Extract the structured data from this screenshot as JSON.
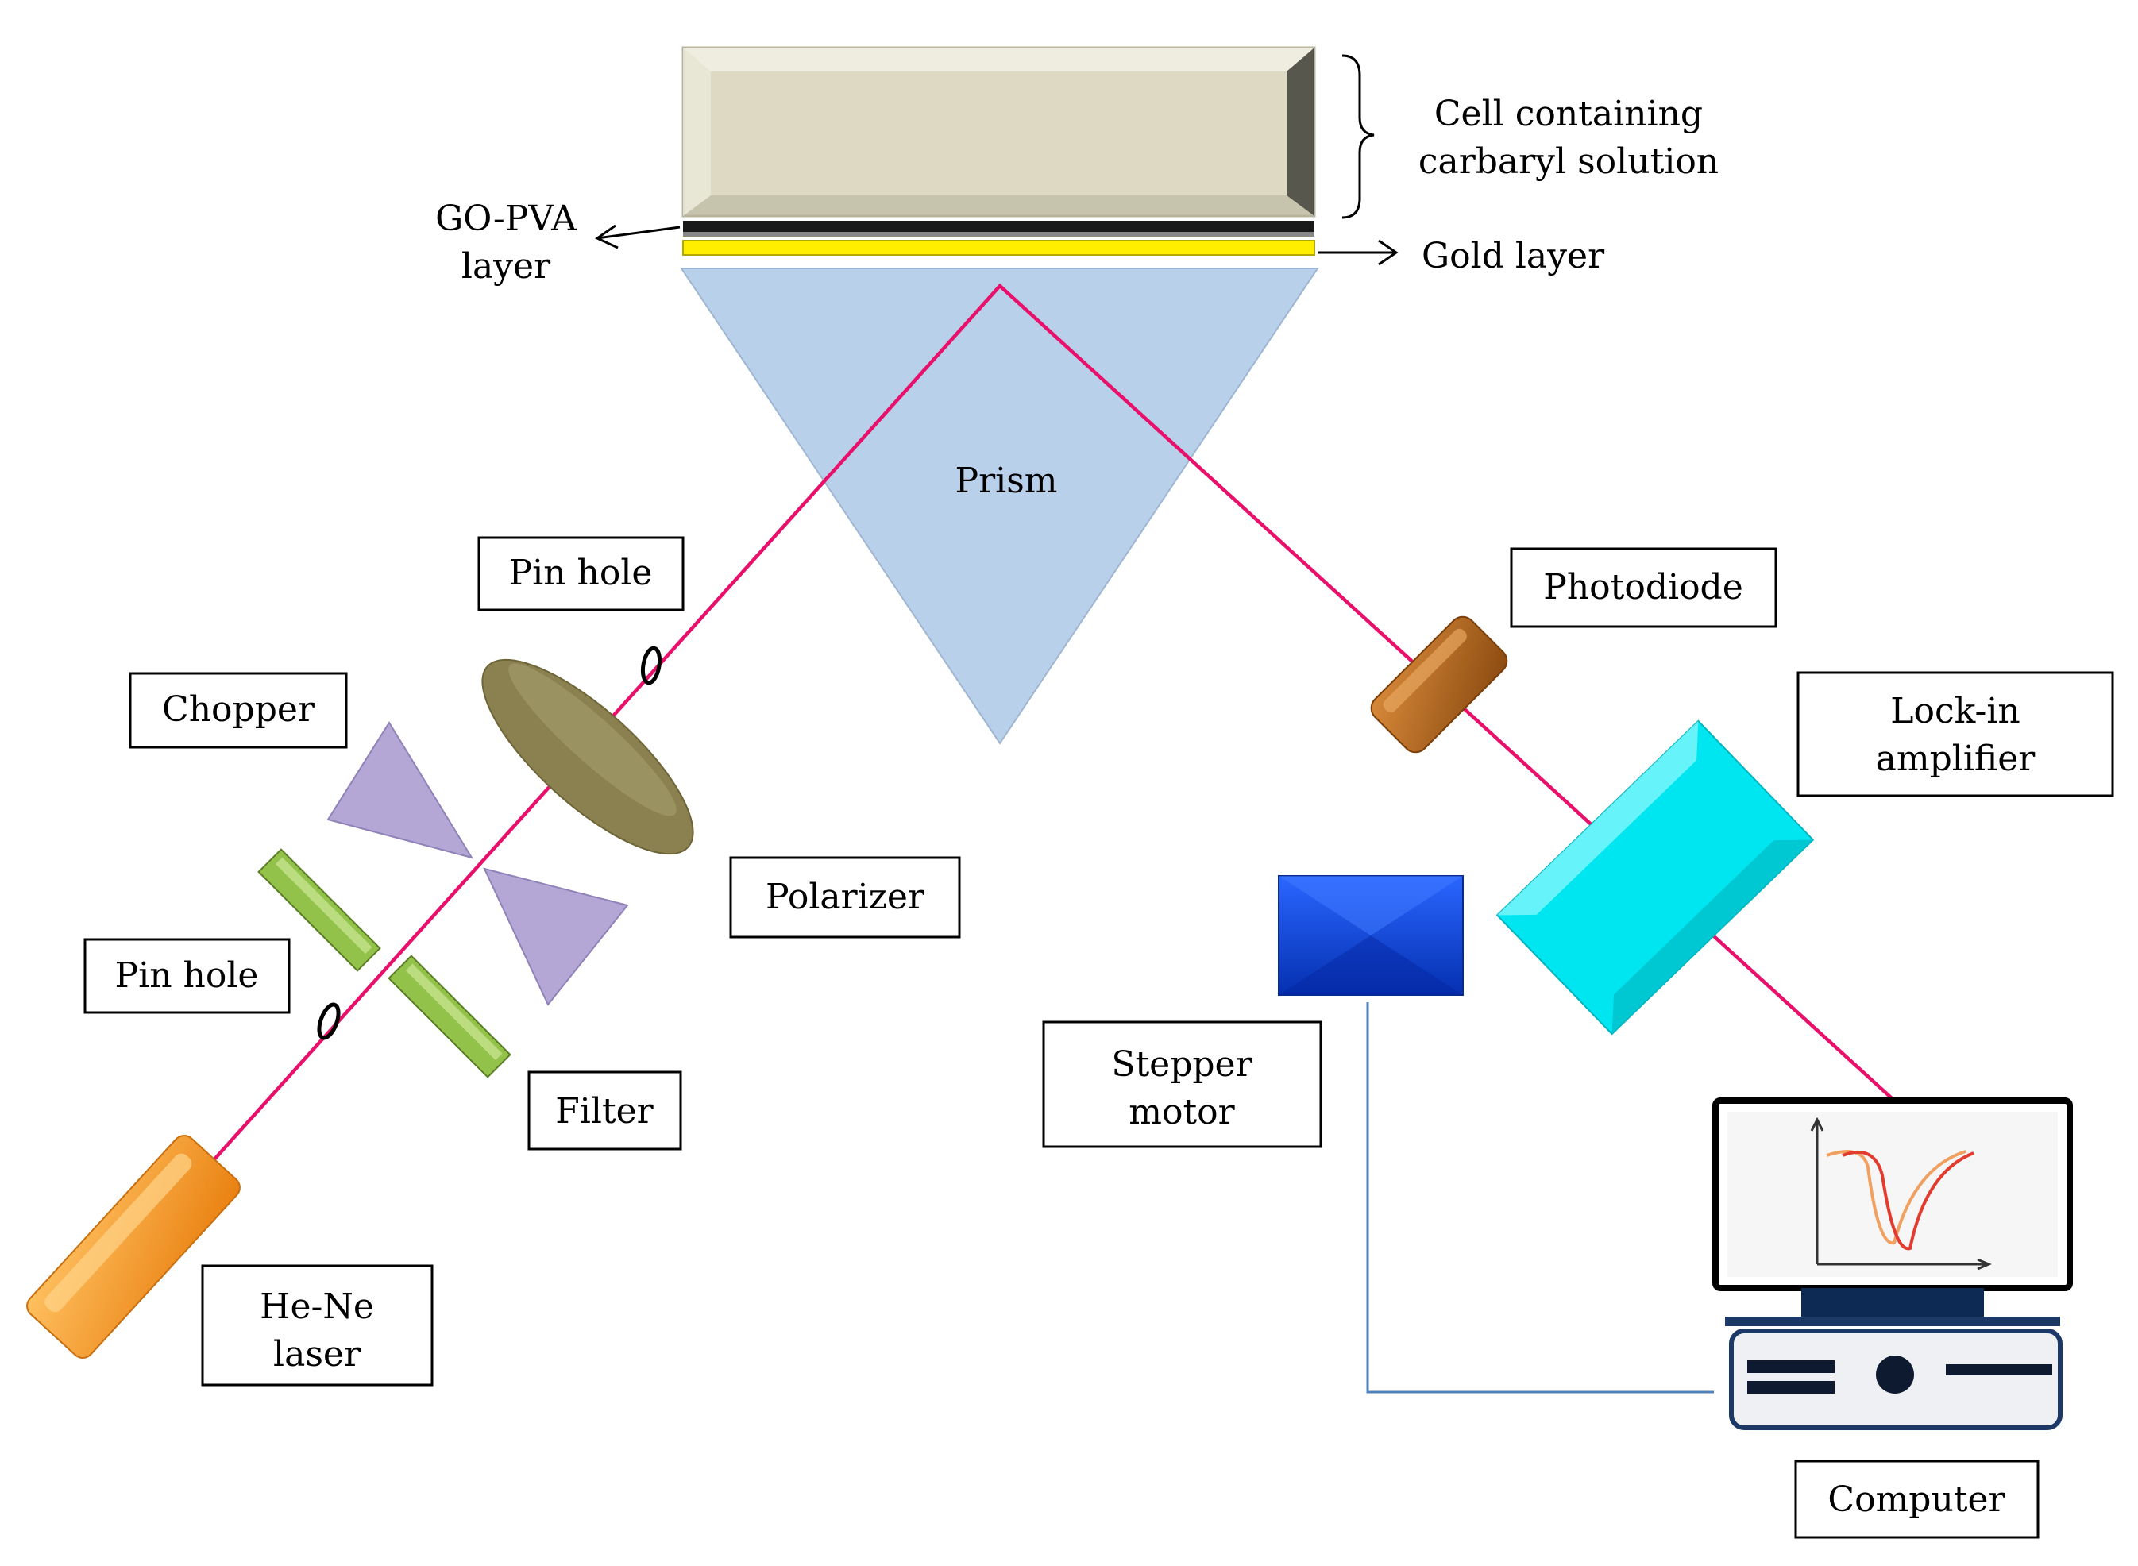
{
  "labels": {
    "cell": [
      "Cell containing",
      "carbaryl solution"
    ],
    "go_pva": [
      "GO-PVA",
      "layer"
    ],
    "gold": "Gold layer",
    "prism": "Prism",
    "pinhole_top": "Pin hole",
    "pinhole_bottom": "Pin hole",
    "chopper": "Chopper",
    "polarizer": "Polarizer",
    "filter": "Filter",
    "laser": [
      "He-Ne",
      "laser"
    ],
    "photodiode": "Photodiode",
    "lockin": [
      "Lock-in",
      "amplifier"
    ],
    "stepper": [
      "Stepper",
      "motor"
    ],
    "computer": "Computer"
  },
  "colors": {
    "laser_beam": "#e8106a",
    "prism_fill": "#b9d0ea",
    "cell_fill": "#ddd9c3",
    "gold_layer": "#ffee00",
    "go_pva_layer": "#1a1a1a",
    "polarizer_fill": "#8b8150",
    "chopper_fill": "#b4a7d6",
    "filter_fill": "#92c24a",
    "laser_fill": "#f79a2a",
    "photodiode_fill": "#b86a1f",
    "lockin_fill": "#00e6f0",
    "stepper_fill": "#0a3fd8",
    "wire": "#4f81bd",
    "screen_curve_1": "#e33b2e",
    "screen_curve_2": "#f0a060"
  }
}
